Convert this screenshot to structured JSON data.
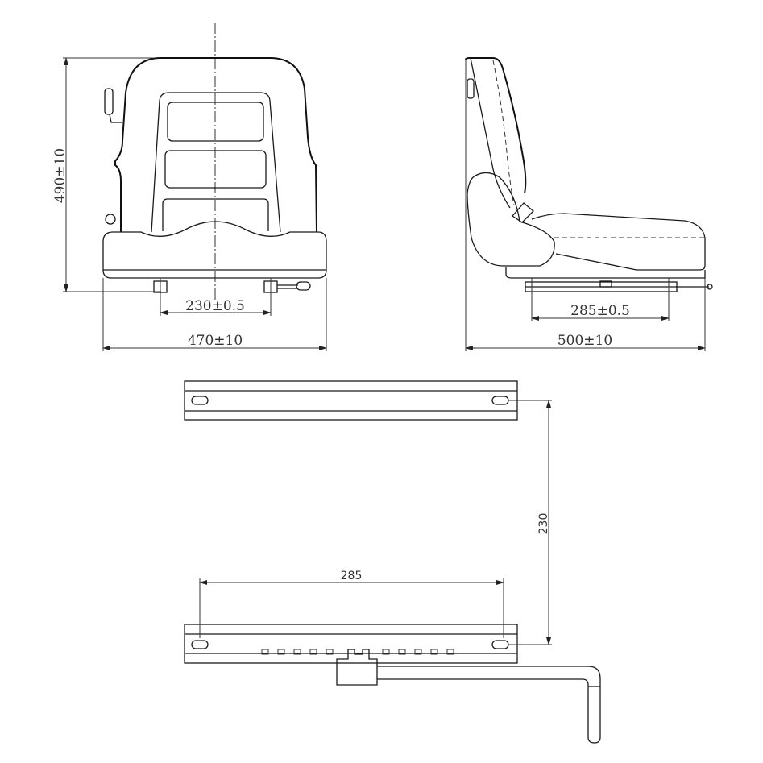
{
  "front_view": {
    "height_dim": "490±10",
    "mount_spacing_dim": "230±0.5",
    "width_dim": "470±10"
  },
  "side_view": {
    "mount_spacing_dim": "285±0.5",
    "depth_dim": "500±10"
  },
  "rail_view": {
    "rail_spacing_dim": "230",
    "hole_spacing_dim": "285"
  }
}
